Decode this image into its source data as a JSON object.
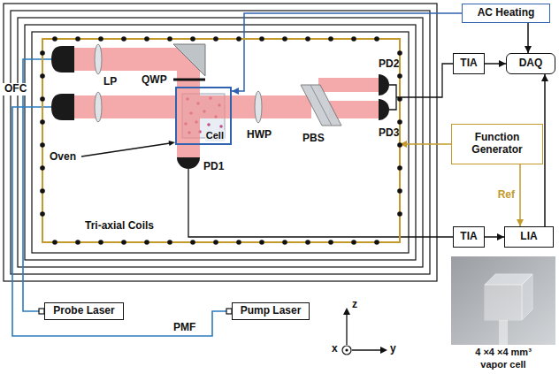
{
  "diagram": {
    "nodes": [
      {
        "text": [
          "Tri-axial Coils"
        ]
      },
      {
        "text": [
          "Cell"
        ],
        "in": 0
      },
      {
        "text": [
          "AC Heating"
        ]
      },
      {
        "text": [
          "TIA"
        ]
      },
      {
        "text": [
          "DAQ"
        ]
      },
      {
        "text": [
          "Function Generator"
        ]
      },
      {
        "text": [
          "TIA"
        ]
      },
      {
        "text": [
          "LIA"
        ]
      },
      {
        "text": [
          "Probe Laser"
        ]
      },
      {
        "text": [
          "Pump Laser"
        ]
      }
    ],
    "edges": [
      {
        "from": 2,
        "to": 1,
        "arrow": "to"
      },
      {
        "from": 2,
        "to": 4,
        "arrow": "to"
      },
      {
        "from": 3,
        "to": 4,
        "arrow": "to"
      },
      {
        "from": 7,
        "to": 4,
        "arrow": "to"
      },
      {
        "from": 6,
        "to": 7,
        "arrow": "to"
      },
      {
        "from": 5,
        "to": 7,
        "label": "Ref",
        "arrow": "to"
      },
      {
        "from": 5,
        "to": 0,
        "arrow": "to"
      }
    ],
    "labels": [
      "OFC",
      "LP",
      "QWP",
      "Oven",
      "PD1",
      "HWP",
      "PBS",
      "PD2",
      "PD3",
      "PMF",
      "z",
      "x",
      "y",
      "4 ×4 ×4 mm³",
      "vapor cell"
    ]
  }
}
